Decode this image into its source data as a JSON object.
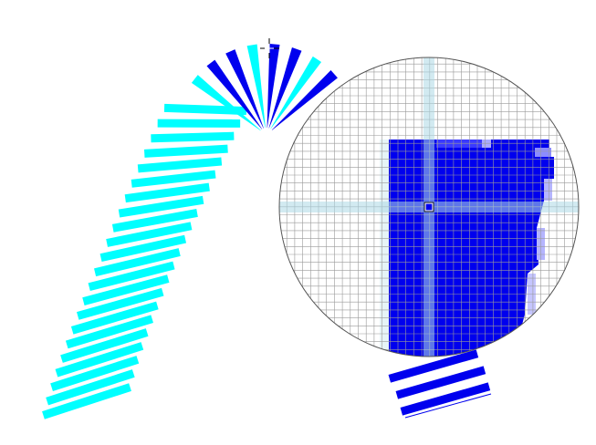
{
  "colors": {
    "background": "#ffffff",
    "cyan": "#00ffff",
    "blue": "#0000ee",
    "loupe_grid": "#9a9a9a",
    "loupe_crosshair": "#add8e6",
    "loupe_border": "#555555"
  },
  "icons": {
    "cursor": "crosshair-cursor-icon",
    "magnifier": "magnifier-loupe",
    "loupe_center": "center-pixel-marker-icon"
  },
  "scene": {
    "left_arm_stripe_color": "cyan",
    "right_arm_stripe_color": "blue",
    "top_fan_pattern": [
      "cyan",
      "blue",
      "blue",
      "cyan",
      "blue",
      "blue",
      "cyan",
      "blue"
    ]
  }
}
